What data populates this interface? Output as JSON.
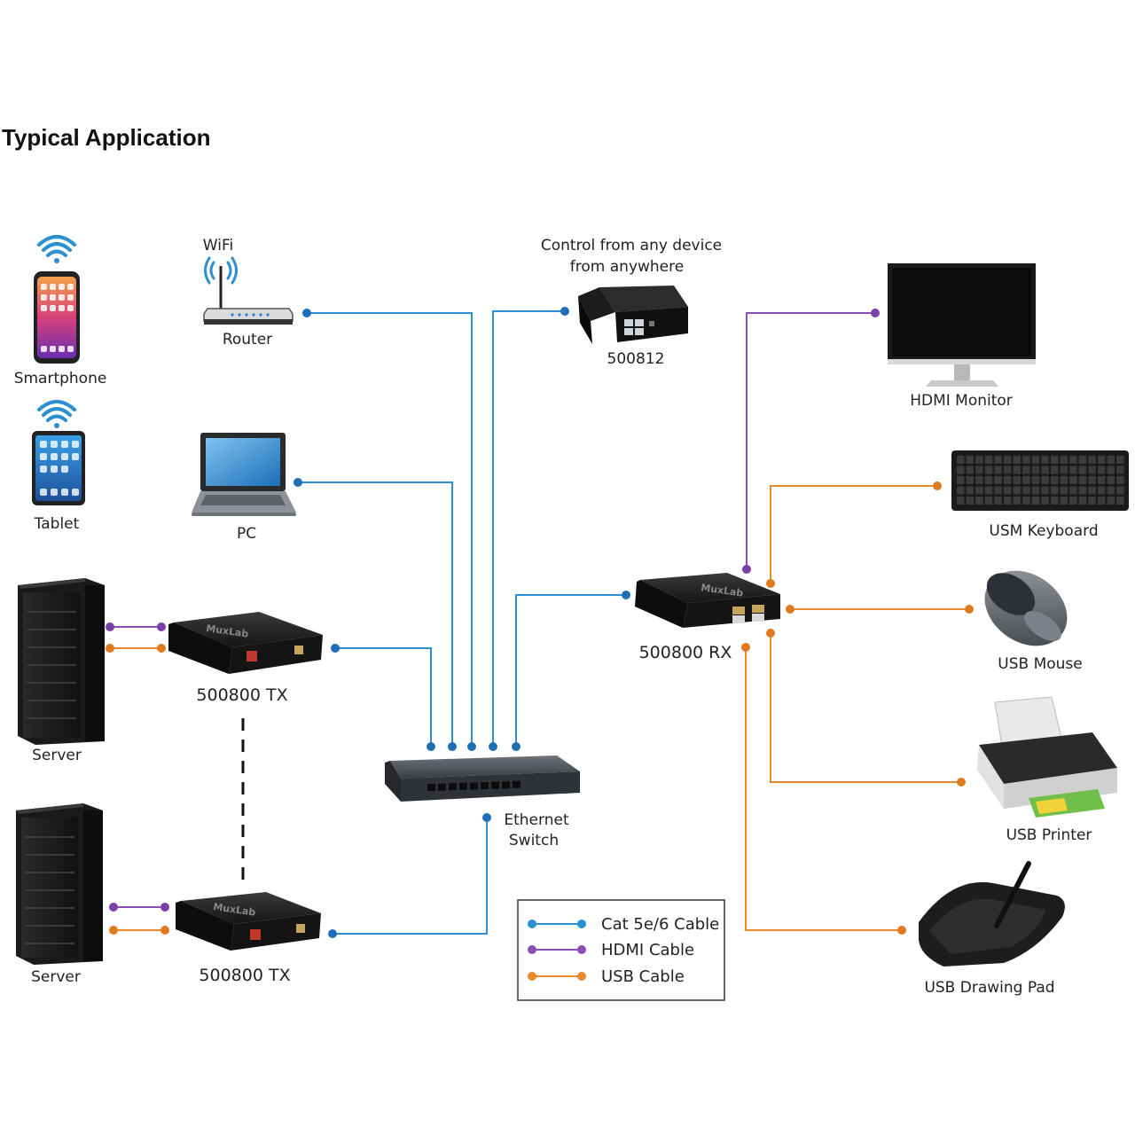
{
  "title": "Typical Application",
  "colors": {
    "cat": "#2c8fd1",
    "hdmi": "#8a4fb5",
    "usb": "#e88a2c",
    "dot_cat": "#1f6fb8",
    "dot_hdmi": "#7a3fa8",
    "dot_usb": "#e07a1f"
  },
  "labels": {
    "smartphone": "Smartphone",
    "tablet": "Tablet",
    "wifi": "WiFi",
    "router": "Router",
    "pc": "PC",
    "control_line1": "Control from any device",
    "control_line2": "from anywhere",
    "controller_model": "500812",
    "monitor": "HDMI Monitor",
    "keyboard": "USM Keyboard",
    "mouse": "USB Mouse",
    "printer": "USB Printer",
    "drawing_pad": "USB Drawing Pad",
    "rx": "500800 RX",
    "tx1": "500800 TX",
    "tx2": "500800 TX",
    "server1": "Server",
    "server2": "Server",
    "switch_line1": "Ethernet",
    "switch_line2": "Switch"
  },
  "legend": [
    {
      "label": "Cat 5e/6 Cable",
      "color": "#2c8fd1"
    },
    {
      "label": "HDMI Cable",
      "color": "#8a4fb5"
    },
    {
      "label": "USB Cable",
      "color": "#e88a2c"
    }
  ],
  "brand": "MuxLab"
}
